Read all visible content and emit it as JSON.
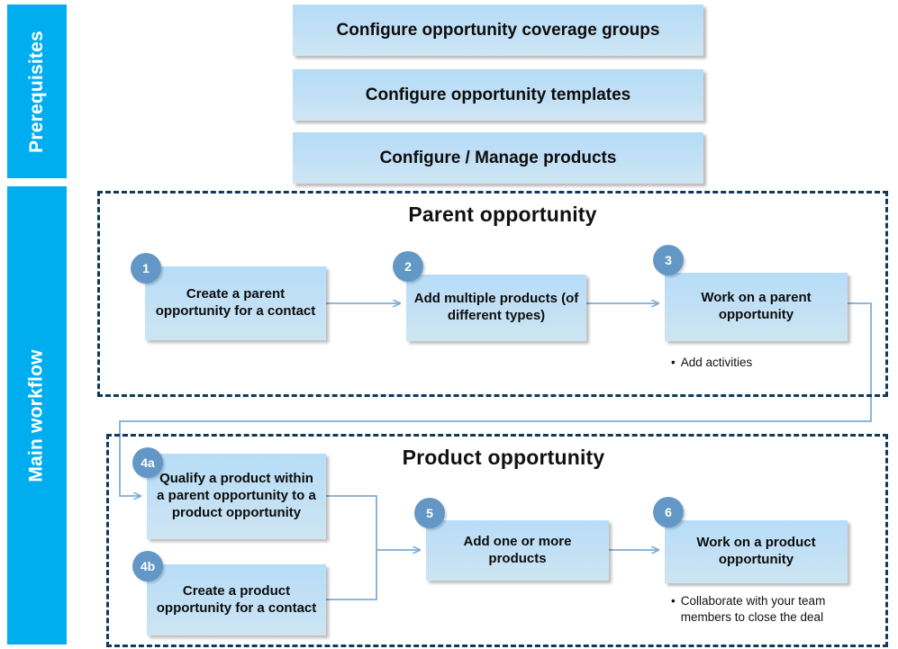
{
  "phases": [
    {
      "id": "prerequisites",
      "label": "Prerequisites",
      "color": "#00AEEF"
    },
    {
      "id": "main-workflow",
      "label": "Main workflow",
      "color": "#00AEEF"
    }
  ],
  "prerequisites": {
    "boxes": [
      {
        "label": "Configure opportunity coverage groups"
      },
      {
        "label": "Configure opportunity templates"
      },
      {
        "label": "Configure / Manage products"
      }
    ]
  },
  "sections": [
    {
      "id": "parent-opportunity",
      "title": "Parent opportunity",
      "steps": [
        {
          "number": "1",
          "label": "Create a parent opportunity for a contact"
        },
        {
          "number": "2",
          "label": "Add multiple products (of different types)"
        },
        {
          "number": "3",
          "label": "Work on a parent opportunity",
          "bullets": [
            "Add activities"
          ]
        }
      ]
    },
    {
      "id": "product-opportunity",
      "title": "Product opportunity",
      "steps": [
        {
          "number": "4a",
          "label": "Qualify a product within a parent opportunity to a product opportunity"
        },
        {
          "number": "4b",
          "label": "Create a product opportunity for a contact"
        },
        {
          "number": "5",
          "label": "Add one or more products"
        },
        {
          "number": "6",
          "label": "Work on a product opportunity",
          "bullets": [
            "Collaborate with your team members to close the deal"
          ]
        }
      ]
    }
  ],
  "colors": {
    "phase_bar": "#00AEEF",
    "box_fill_top": "#b6ddf8",
    "box_fill_bottom": "#cde5f2",
    "badge": "#6398c6",
    "section_border": "#11395c",
    "connector": "#7fadd4"
  }
}
